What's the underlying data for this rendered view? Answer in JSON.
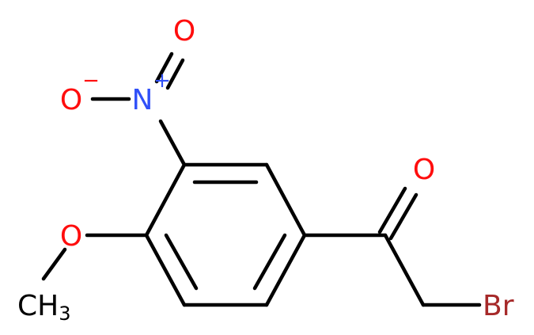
{
  "colors": {
    "bond": "#000000",
    "oxygen": "#ff0d0d",
    "nitrogen": "#3050f8",
    "bromine": "#a62929",
    "carbon": "#000000"
  },
  "atoms": {
    "o_nitro_top": "O",
    "o_nitro_left": "O",
    "o_nitro_left_charge": "−",
    "n_nitro": "N",
    "n_nitro_charge": "+",
    "o_methoxy": "O",
    "o_carbonyl": "O",
    "br": "Br",
    "ch3_main": "CH",
    "ch3_sub": "3"
  }
}
